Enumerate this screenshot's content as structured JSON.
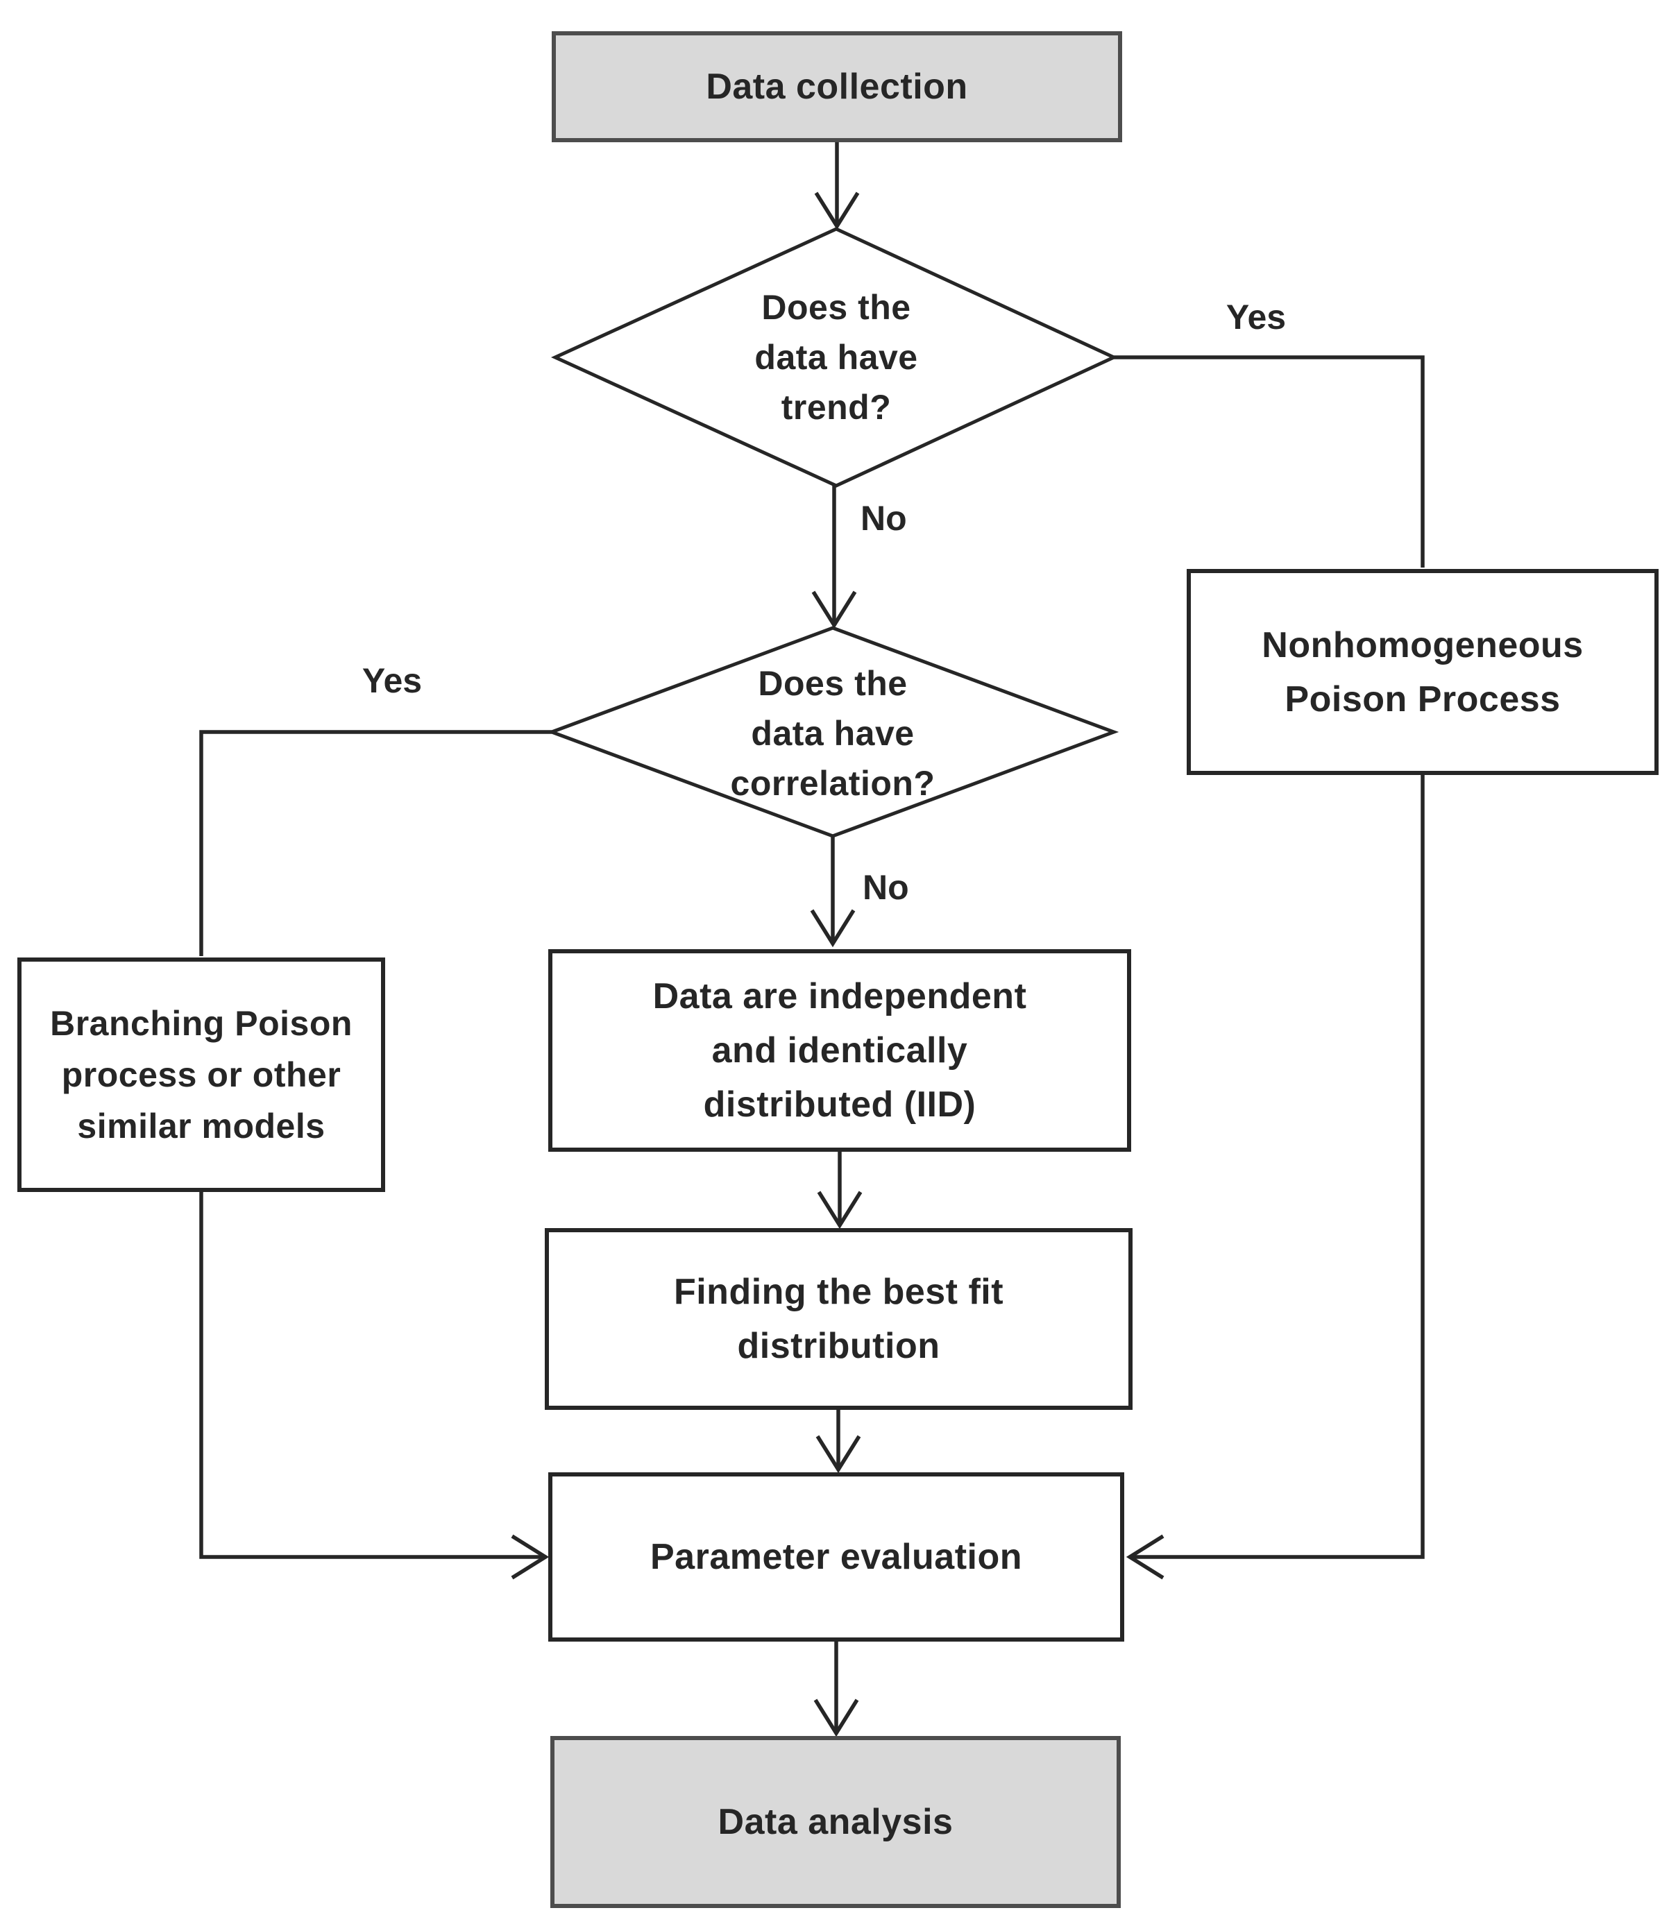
{
  "nodes": {
    "data_collection": {
      "label": "Data collection",
      "type": "terminal"
    },
    "trend_decision": {
      "lines": [
        "Does the",
        "data have",
        "trend?"
      ],
      "type": "decision"
    },
    "nonhomogeneous": {
      "lines": [
        "Nonhomogeneous",
        "Poison Process"
      ],
      "type": "process"
    },
    "correlation_decision": {
      "lines": [
        "Does the",
        "data have",
        "correlation?"
      ],
      "type": "decision"
    },
    "branching": {
      "lines": [
        "Branching Poison",
        "process or other",
        "similar models"
      ],
      "type": "process"
    },
    "iid": {
      "lines": [
        "Data are independent",
        "and identically",
        "distributed (IID)"
      ],
      "type": "process"
    },
    "best_fit": {
      "lines": [
        "Finding the best fit",
        "distribution"
      ],
      "type": "process"
    },
    "parameter_evaluation": {
      "label": "Parameter evaluation",
      "type": "process"
    },
    "data_analysis": {
      "label": "Data analysis",
      "type": "terminal"
    }
  },
  "edge_labels": {
    "trend_yes": "Yes",
    "trend_no": "No",
    "correlation_yes": "Yes",
    "correlation_no": "No"
  },
  "colors": {
    "terminal_fill": "#d9d9d9",
    "terminal_border": "#4d4d4d",
    "process_fill": "#ffffff",
    "process_border": "#262626",
    "line": "#262626",
    "text": "#262626"
  }
}
